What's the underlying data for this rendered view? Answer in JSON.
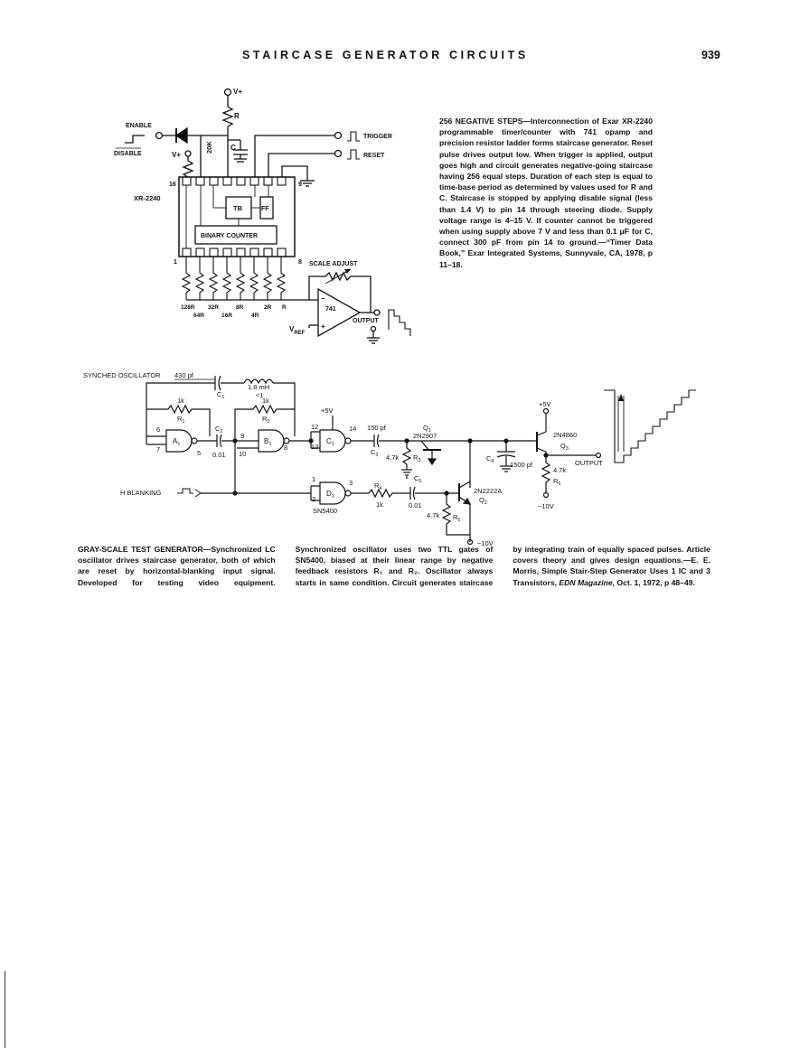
{
  "header": {
    "title": "STAIRCASE GENERATOR CIRCUITS",
    "page": "939"
  },
  "fig1": {
    "lead": "256 NEGATIVE STEPS—",
    "caption": "Interconnection of Exar XR-2240 programmable timer/counter with 741 opamp and precision resistor ladder forms staircase generator. Reset pulse drives output low. When trigger is applied, output goes high and circuit generates negative-going staircase having 256 equal steps. Duration of each step is equal to time-base period as determined by values used for R and C. Staircase is stopped by applying disable signal (less than 1.4 V) to pin 14 through steering diode. Supply voltage range is 4–15 V. If counter cannot be triggered when using supply above 7 V and less than 0.1 μF for C, connect 300 pF from pin 14 to ground.—“Timer Data Book,” Exar Integrated Systems, Sunnyvale, CA, 1978, p 11–18.",
    "labels": {
      "vplus_top": "V+",
      "r": "R",
      "enable": "ENABLE",
      "disable": "DISABLE",
      "vplus_left": "V+",
      "r20k": "20K",
      "c": "C",
      "trigger": "TRIGGER",
      "reset": "RESET",
      "pin16": "16",
      "pin9": "9",
      "pin1": "1",
      "pin8": "8",
      "chip": "XR-2240",
      "tb": "TB",
      "ff": "FF",
      "counter": "BINARY COUNTER",
      "scale": "SCALE ADJUST",
      "opamp": "741",
      "output": "OUTPUT",
      "vref": "V",
      "vref_sub": "REF",
      "r128": "128R",
      "r32": "32R",
      "r8": "8R",
      "r2": "2R",
      "rr": "R",
      "r64": "64R",
      "r16": "16R",
      "r4": "4R",
      "minus": "−",
      "plus": "+"
    }
  },
  "fig2": {
    "lead": "GRAY-SCALE TEST GENERATOR—",
    "caption": "Synchronized LC oscillator drives staircase generator, both of which are reset by horizontal-blanking input signal. Developed for testing video equipment. Synchronized oscillator uses two TTL gates of SN5400, biased at their linear range by negative feedback resistors R₁ and R₂. Oscillator always starts in same condition. Circuit generates staircase by integrating train of equally spaced pulses. Article covers theory and gives design equations.—E. E. Morris, Simple Stair-Step Generator Uses 1 IC and 3 Transistors,",
    "source_italic": "EDN Magazine,",
    "source_tail": " Oct. 1, 1972, p 48–49.",
    "labels": {
      "synched": "SYNCHED OSCILLATOR",
      "c1val": "430 pf",
      "c1": "C",
      "c1sub": "1",
      "l1": "1.8 mH",
      "l1b": "<1",
      "r1val": "1k",
      "r1": "R",
      "r1sub": "1",
      "r2val": "1k",
      "r2": "R",
      "r2sub": "2",
      "c2": "C",
      "c2sub": "2",
      "c2val": "0.01",
      "a1": "A",
      "a1sub": "1",
      "b1": "B",
      "b1sub": "1",
      "c1gate": "C",
      "c1gsub": "1",
      "d1": "D",
      "d1sub": "1",
      "p6": "6",
      "p7": "7",
      "p5": "5",
      "p9": "9",
      "p10": "10",
      "p8": "8",
      "p12": "12",
      "p13": "13",
      "p14": "14",
      "p1": "1",
      "p2": "2",
      "p3": "3",
      "v5a": "+5V",
      "c3val": "150 pf",
      "c3": "C",
      "c3sub": "3",
      "q1": "Q",
      "q1sub": "1",
      "q1type": "2N2907",
      "r3val": "4.7k",
      "r3": "R",
      "r3sub": "3",
      "c5": "C",
      "c5sub": "5",
      "r4": "R",
      "r4sub": "4",
      "r4val": "1k",
      "c6val": "0.01",
      "sn": "SN5400",
      "hblank": "H BLANKING",
      "q2type": "2N2222A",
      "q2": "Q",
      "q2sub": "2",
      "r5val": "4.7k",
      "r5": "R",
      "r5sub": "5",
      "m10a": "−10V",
      "c4": "C",
      "c4sub": "4",
      "c4val": "1500 pf",
      "v5b": "+5V",
      "q3type": "2N4860",
      "q3": "Q",
      "q3sub": "3",
      "r6val": "4.7k",
      "r6": "R",
      "r6sub": "6",
      "m10b": "−10V",
      "output": "OUTPUT"
    }
  }
}
